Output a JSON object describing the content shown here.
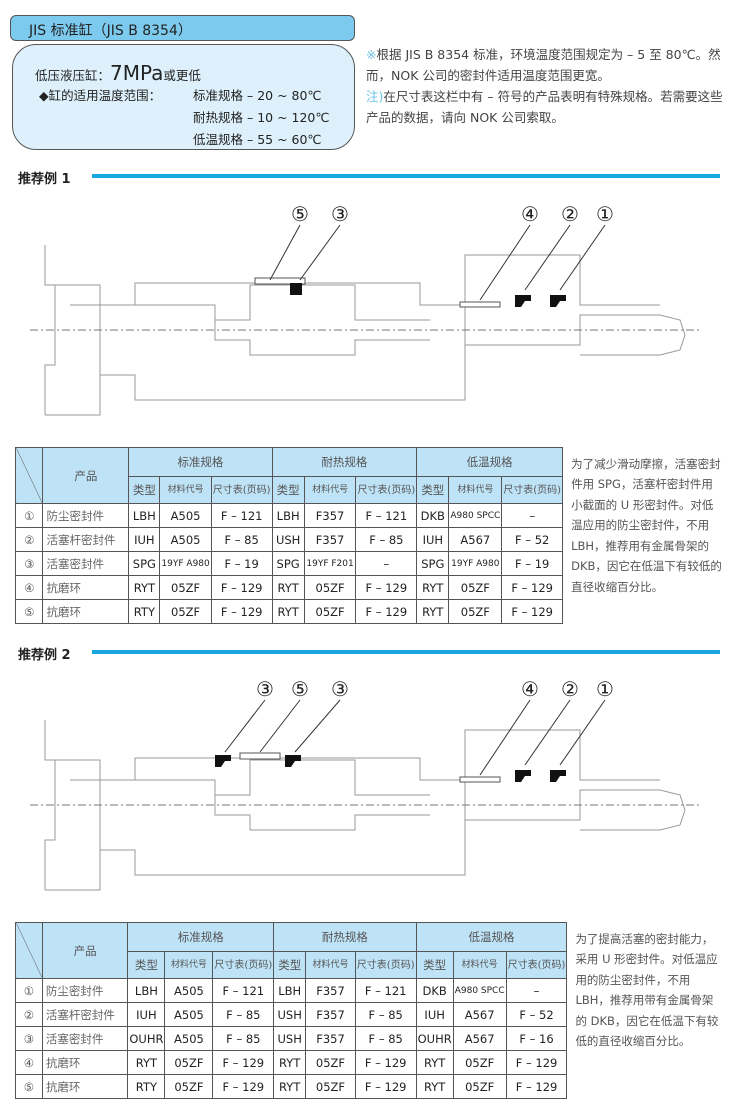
{
  "header": {
    "title": "JIS 标准缸（JIS B 8354）"
  },
  "info": {
    "line1_prefix": "低压液压缸：",
    "line1_value": "7MPa",
    "line1_suffix": "或更低",
    "temp_label": "◆缸的适用温度范围：",
    "temps": [
      "标准规格 – 20 ~ 80℃",
      "耐热规格 – 10 ~ 120℃",
      "低温规格 – 55 ~ 60℃"
    ]
  },
  "notes": {
    "mark1": "※",
    "note1": "根据 JIS B 8354 标准，环境温度范围规定为 – 5 至 80℃。然而，NOK 公司的密封件适用温度范围更宽。",
    "mark2": "注)",
    "note2": "在尺寸表这栏中有 – 符号的产品表明有特殊规格。若需要这些产品的数据，请向 NOK 公司索取。"
  },
  "examples": [
    {
      "title": "推荐例 1",
      "callouts": [
        "⑤",
        "③",
        "④",
        "②",
        "①"
      ],
      "table": {
        "product_header": "产品",
        "groups": [
          "标准规格",
          "耐热规格",
          "低温规格"
        ],
        "sub": [
          "类型",
          "材料代号",
          "尺寸表(页码)"
        ],
        "rows": [
          [
            "①",
            "防尘密封件",
            "LBH",
            "A505",
            "F – 121",
            "LBH",
            "F357",
            "F – 121",
            "DKB",
            "A980 SPCC",
            "–"
          ],
          [
            "②",
            "活塞杆密封件",
            "IUH",
            "A505",
            "F – 85",
            "USH",
            "F357",
            "F – 85",
            "IUH",
            "A567",
            "F – 52"
          ],
          [
            "③",
            "活塞密封件",
            "SPG",
            "19YF A980",
            "F – 19",
            "SPG",
            "19YF F201",
            "–",
            "SPG",
            "19YF A980",
            "F – 19"
          ],
          [
            "④",
            "抗磨环",
            "RYT",
            "05ZF",
            "F – 129",
            "RYT",
            "05ZF",
            "F – 129",
            "RYT",
            "05ZF",
            "F – 129"
          ],
          [
            "⑤",
            "抗磨环",
            "RTY",
            "05ZF",
            "F – 129",
            "RYT",
            "05ZF",
            "F – 129",
            "RYT",
            "05ZF",
            "F – 129"
          ]
        ],
        "note": "为了减少滑动摩擦，活塞密封件用 SPG，活塞杆密封件用小截面的 U 形密封件。对低温应用的防尘密封件，不用 LBH，推荐用有金属骨架的 DKB，因它在低温下有较低的直径收缩百分比。"
      }
    },
    {
      "title": "推荐例 2",
      "callouts": [
        "③",
        "⑤",
        "③",
        "④",
        "②",
        "①"
      ],
      "table": {
        "product_header": "产品",
        "groups": [
          "标准规格",
          "耐热规格",
          "低温规格"
        ],
        "sub": [
          "类型",
          "材料代号",
          "尺寸表(页码)"
        ],
        "rows": [
          [
            "①",
            "防尘密封件",
            "LBH",
            "A505",
            "F – 121",
            "LBH",
            "F357",
            "F – 121",
            "DKB",
            "A980 SPCC",
            "–"
          ],
          [
            "②",
            "活塞杆密封件",
            "IUH",
            "A505",
            "F – 85",
            "USH",
            "F357",
            "F – 85",
            "IUH",
            "A567",
            "F – 52"
          ],
          [
            "③",
            "活塞密封件",
            "OUHR",
            "A505",
            "F – 85",
            "USH",
            "F357",
            "F – 85",
            "OUHR",
            "A567",
            "F – 16"
          ],
          [
            "④",
            "抗磨环",
            "RYT",
            "05ZF",
            "F – 129",
            "RYT",
            "05ZF",
            "F – 129",
            "RYT",
            "05ZF",
            "F – 129"
          ],
          [
            "⑤",
            "抗磨环",
            "RTY",
            "05ZF",
            "F – 129",
            "RYT",
            "05ZF",
            "F – 129",
            "RYT",
            "05ZF",
            "F – 129"
          ]
        ],
        "note": "为了提高活塞的密封能力，采用 U 形密封件。对低温应用的防尘密封件，不用 LBH，推荐用带有金属骨架的 DKB，因它在低温下有较低的直径收缩百分比。"
      }
    }
  ]
}
